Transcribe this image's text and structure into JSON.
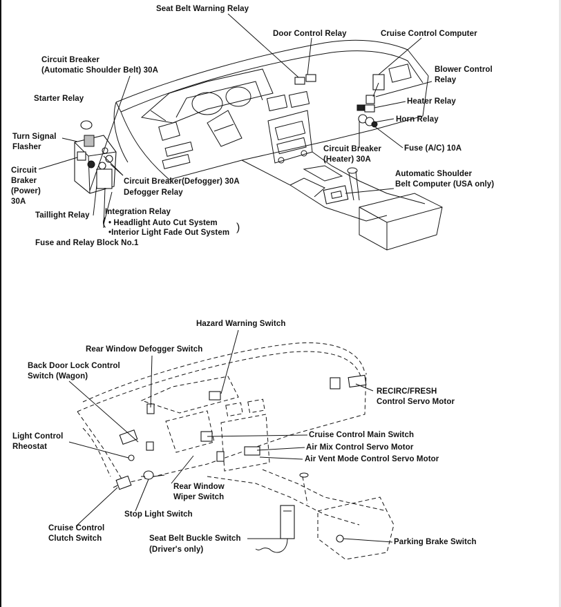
{
  "top_diagram": {
    "labels": {
      "seat_belt_warning_relay": "Seat Belt Warning Relay",
      "door_control_relay": "Door Control Relay",
      "cruise_control_computer": "Cruise Control Computer",
      "circuit_breaker_shoulder": "Circuit Breaker\n(Automatic Shoulder Belt) 30A",
      "blower_control_relay": "Blower Control\nRelay",
      "starter_relay": "Starter Relay",
      "heater_relay": "Heater Relay",
      "turn_signal_flasher": "Turn Signal\nFlasher",
      "horn_relay": "Horn Relay",
      "circuit_braker_power": "Circuit\nBraker\n(Power)\n30A",
      "circuit_breaker_heater": "Circuit Breaker\n(Heater) 30A",
      "fuse_ac": "Fuse (A/C) 10A",
      "circuit_breaker_defogger": "Circuit Breaker(Defogger) 30A",
      "defogger_relay": "Defogger Relay",
      "automatic_shoulder_belt_computer": "Automatic Shoulder\nBelt Computer (USA only)",
      "taillight_relay": "Taillight Relay",
      "integration_relay": "Integration Relay",
      "headlight_auto_cut": "• Headlight Auto Cut System",
      "interior_light_fade": "•Interior Light Fade Out System",
      "fuse_relay_block": "Fuse and Relay Block No.1"
    }
  },
  "bottom_diagram": {
    "labels": {
      "hazard_warning_switch": "Hazard Warning Switch",
      "rear_window_defogger_switch": "Rear Window Defogger Switch",
      "back_door_lock_control_switch": "Back Door Lock Control\nSwitch (Wagon)",
      "recirc_fresh_servo": "RECIRC/FRESH\nControl Servo Motor",
      "light_control_rheostat": "Light Control\nRheostat",
      "cruise_control_main_switch": "Cruise Control Main Switch",
      "air_mix_servo": "Air Mix Control Servo Motor",
      "air_vent_mode_servo": "Air Vent Mode Control Servo Motor",
      "rear_window_wiper_switch": "Rear Window\nWiper Switch",
      "stop_light_switch": "Stop Light Switch",
      "cruise_control_clutch_switch": "Cruise Control\nClutch Switch",
      "seat_belt_buckle_switch": "Seat Belt Buckle Switch",
      "drivers_only": "(Driver's only)",
      "parking_brake_switch": "Parking Brake Switch"
    }
  }
}
